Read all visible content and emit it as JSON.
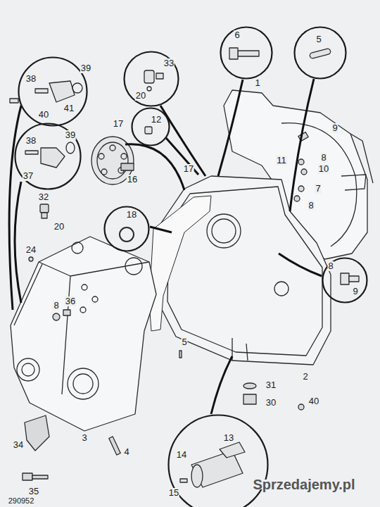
{
  "diagram": {
    "nodes": [
      {
        "text": [
          "6"
        ]
      },
      {
        "text": [
          "5"
        ]
      },
      {
        "text": [
          "33",
          "20"
        ]
      },
      {
        "text": [
          "38",
          "39",
          "40",
          "41"
        ]
      },
      {
        "text": [
          "38",
          "39",
          "37"
        ]
      },
      {
        "text": [
          "12"
        ]
      },
      {
        "text": [
          "18"
        ]
      },
      {
        "text": [
          "8",
          "9"
        ]
      },
      {
        "text": [
          "13",
          "14",
          "15"
        ]
      }
    ],
    "labels": [
      "17",
      "16",
      "32",
      "20",
      "24",
      "8",
      "36",
      "1",
      "9",
      "11",
      "8",
      "10",
      "7",
      "8",
      "17",
      "5",
      "2",
      "31",
      "30",
      "40",
      "3",
      "4",
      "34",
      "35",
      "290952",
      "Sprzedajemy.pl"
    ]
  }
}
